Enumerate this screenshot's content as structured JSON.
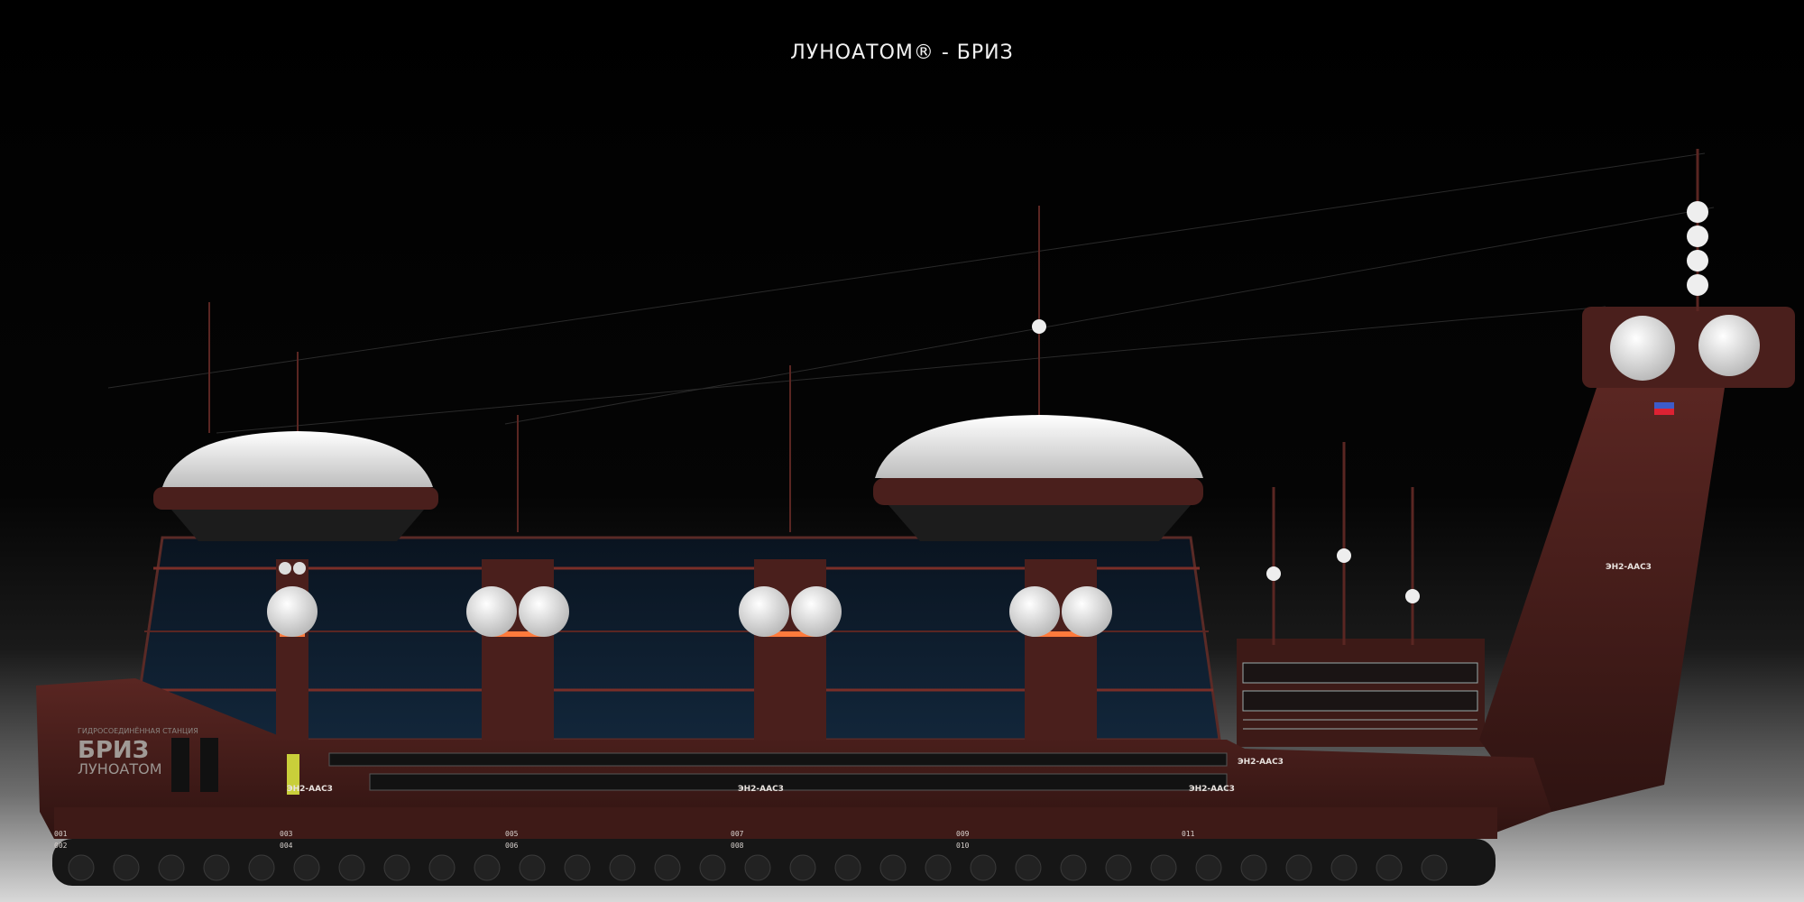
{
  "title": "ЛУНОАТОМ® - БРИЗ",
  "logo": {
    "subtitle": "ГИДРОСОЕДИНЁННАЯ СТАНЦИЯ",
    "name": "БРИЗ",
    "brand": "ЛУНОАТОМ"
  },
  "hull_labels": [
    "ЭН2-ААС3",
    "ЭН2-ААС3",
    "ЭН2-ААС3"
  ],
  "module_label": "ЭН2-ААС3",
  "tower_label": "ЭН2-ААС3",
  "section_numbers": {
    "top": [
      "001",
      "003",
      "005",
      "007",
      "009",
      "011"
    ],
    "bottom": [
      "002",
      "004",
      "006",
      "008",
      "010"
    ]
  },
  "colors": {
    "hull": "#4a1f1c",
    "hull_dark": "#2e1311",
    "glass": "#0c1a2a",
    "dome": "#e9e9e9",
    "accent_light": "#ff7a3c",
    "ladder": "#c9cf3a"
  }
}
